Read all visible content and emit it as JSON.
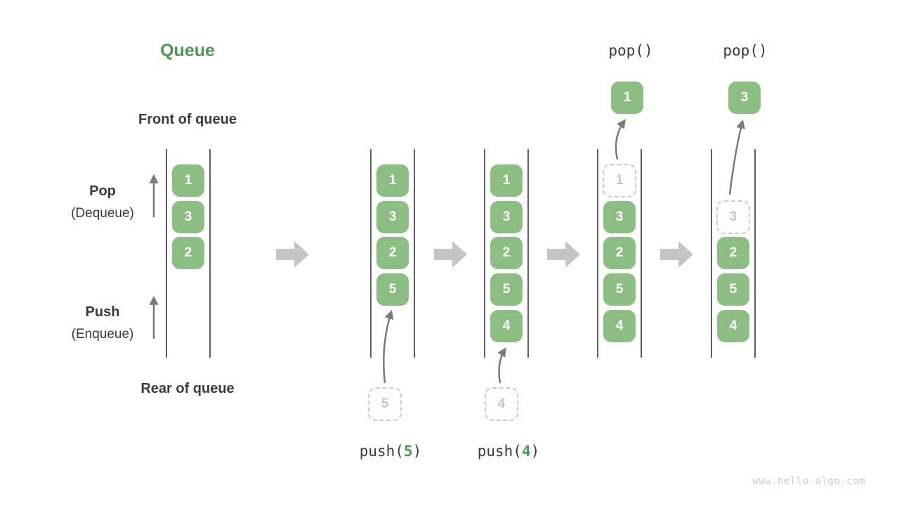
{
  "title": "Queue",
  "watermark": "www.hello-algo.com",
  "side_labels": {
    "front": "Front of queue",
    "rear": "Rear of queue",
    "pop": "Pop",
    "pop_sub": "(Dequeue)",
    "push": "Push",
    "push_sub": "(Enqueue)"
  },
  "colors": {
    "title_green": "#4c9a52",
    "box_green": "#8cbe84",
    "dark_text": "#3a3a3a",
    "rail": "#616161",
    "dashed_border": "#cbcbcb",
    "dashed_text": "#c6c6c6",
    "arrow": "#7a7a7a",
    "flow_arrow": "#c5c5c5",
    "watermark_gray": "#c9c9c9"
  },
  "queues": [
    {
      "name": "queue-state-initial",
      "cells": [
        {
          "value": "1",
          "row": 0,
          "kind": "solid"
        },
        {
          "value": "3",
          "row": 1,
          "kind": "solid"
        },
        {
          "value": "2",
          "row": 2,
          "kind": "solid"
        }
      ]
    },
    {
      "name": "queue-state-after-push-5",
      "cells": [
        {
          "value": "1",
          "row": 0,
          "kind": "solid"
        },
        {
          "value": "3",
          "row": 1,
          "kind": "solid"
        },
        {
          "value": "2",
          "row": 2,
          "kind": "solid"
        },
        {
          "value": "5",
          "row": 3,
          "kind": "solid"
        }
      ],
      "incoming": {
        "value": "5"
      },
      "op": {
        "prefix": "push(",
        "arg": "5",
        "suffix": ")"
      }
    },
    {
      "name": "queue-state-after-push-4",
      "cells": [
        {
          "value": "1",
          "row": 0,
          "kind": "solid"
        },
        {
          "value": "3",
          "row": 1,
          "kind": "solid"
        },
        {
          "value": "2",
          "row": 2,
          "kind": "solid"
        },
        {
          "value": "5",
          "row": 3,
          "kind": "solid"
        },
        {
          "value": "4",
          "row": 4,
          "kind": "solid"
        }
      ],
      "incoming": {
        "value": "4"
      },
      "op": {
        "prefix": "push(",
        "arg": "4",
        "suffix": ")"
      }
    },
    {
      "name": "queue-state-after-pop-1",
      "cells": [
        {
          "value": "1",
          "row": 0,
          "kind": "dashed"
        },
        {
          "value": "3",
          "row": 1,
          "kind": "solid"
        },
        {
          "value": "2",
          "row": 2,
          "kind": "solid"
        },
        {
          "value": "5",
          "row": 3,
          "kind": "solid"
        },
        {
          "value": "4",
          "row": 4,
          "kind": "solid"
        }
      ],
      "outgoing": {
        "value": "1"
      },
      "op": {
        "prefix": "pop()",
        "arg": "",
        "suffix": ""
      }
    },
    {
      "name": "queue-state-after-pop-3",
      "cells": [
        {
          "value": "3",
          "row": 1,
          "kind": "dashed"
        },
        {
          "value": "2",
          "row": 2,
          "kind": "solid"
        },
        {
          "value": "5",
          "row": 3,
          "kind": "solid"
        },
        {
          "value": "4",
          "row": 4,
          "kind": "solid"
        }
      ],
      "outgoing": {
        "value": "3"
      },
      "op": {
        "prefix": "pop()",
        "arg": "",
        "suffix": ""
      }
    }
  ],
  "flow_arrows": [
    {
      "name": "flow-arrow-1"
    },
    {
      "name": "flow-arrow-2"
    },
    {
      "name": "flow-arrow-3"
    },
    {
      "name": "flow-arrow-4"
    }
  ]
}
